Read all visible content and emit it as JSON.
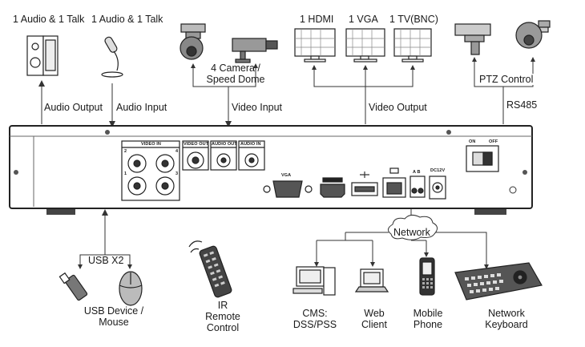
{
  "top_devices": {
    "speaker_label": "1 Audio  & 1 Talk",
    "microphone_label": "1 Audio & 1 Talk",
    "camera_label_line1": "4 Camera /",
    "camera_label_line2": "Speed Dome",
    "hdmi_label": "1 HDMI",
    "vga_label": "1 VGA",
    "tv_label": "1 TV(BNC)",
    "ptz_label": "PTZ Control"
  },
  "connections": {
    "audio_output": "Audio  Output",
    "audio_input": "Audio  Input",
    "video_input": "Video Input",
    "video_output": "Video Output",
    "rs485": "RS485"
  },
  "panel_labels": {
    "video_in": "VIDEO IN",
    "video_out": "VIDEO OUT",
    "audio_out": "AUDIO OUT",
    "audio_in": "AUDIO IN",
    "vga": "VGA",
    "hdmi": "HDMI",
    "ab": "A B",
    "dc": "DC12V",
    "on": "ON",
    "off": "OFF",
    "port_1": "1",
    "port_2": "2",
    "port_3": "3",
    "port_4": "4"
  },
  "bottom_devices": {
    "usb_x2": "USB X2",
    "usb_device_line1": "USB Device /",
    "usb_device_line2": "Mouse",
    "ir_line1": "IR",
    "ir_line2": "Remote",
    "ir_line3": "Control",
    "network": "Network",
    "cms_line1": "CMS:",
    "cms_line2": "DSS/PSS",
    "web_line1": "Web",
    "web_line2": "Client",
    "mobile_line1": "Mobile",
    "mobile_line2": "Phone",
    "keyboard_line1": "Network",
    "keyboard_line2": "Keyboard"
  }
}
